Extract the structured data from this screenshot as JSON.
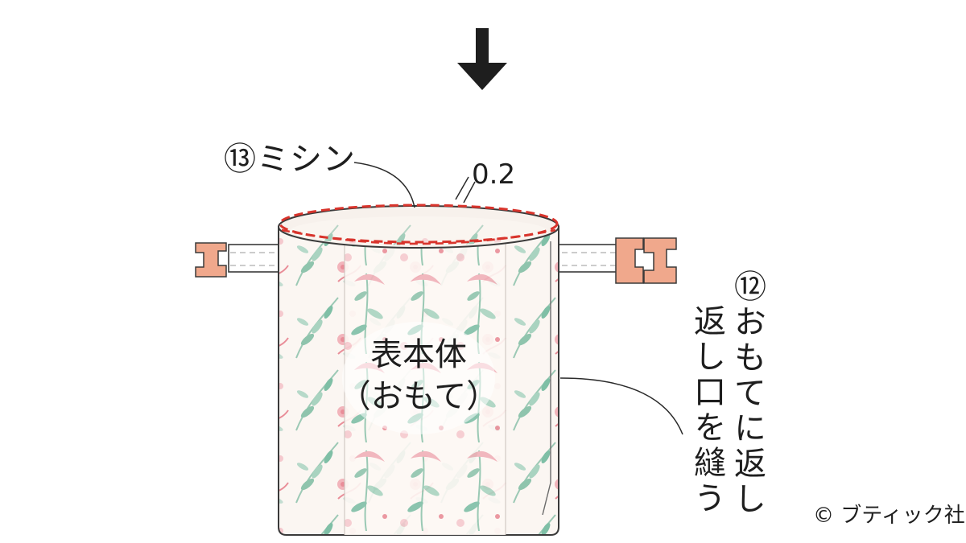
{
  "labels": {
    "step13": "⑬ミシン",
    "measure": "0.2",
    "body_line1": "表本体",
    "body_line2": "（おもて）",
    "step12_line1": "⑫おもてに返し",
    "step12_line2": "返し口を縫う",
    "copyright": "© ブティック社"
  },
  "colors": {
    "stitch": "#d8342c",
    "ink": "#1e1e1e",
    "handle": "#f0a88c",
    "fabric_leaf": "#7fbfa6",
    "fabric_flower": "#e98d98"
  },
  "icons": {
    "arrow": "arrow-down-icon"
  }
}
